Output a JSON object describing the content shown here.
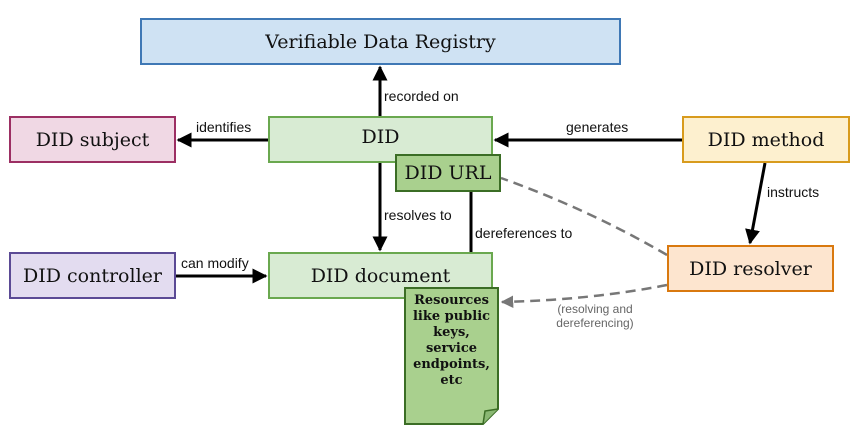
{
  "nodes": {
    "registry": "Verifiable Data Registry",
    "subject": "DID subject",
    "did": "DID",
    "did_url": "DID URL",
    "method": "DID method",
    "controller": "DID controller",
    "document": "DID document",
    "resolver": "DID resolver",
    "resources": "Resources like public keys, service endpoints, etc"
  },
  "edges": {
    "recorded_on": "recorded on",
    "identifies": "identifies",
    "generates": "generates",
    "instructs": "instructs",
    "resolves_to": "resolves to",
    "dereferences_to": "dereferences to",
    "can_modify": "can modify",
    "resolving_and_dereferencing": "(resolving and dereferencing)"
  },
  "colors": {
    "registry_fill": "#cfe2f3",
    "subject_fill": "#f0d8e4",
    "did_fill": "#d8ebd3",
    "did_url_fill": "#a9d08e",
    "method_fill": "#fdf0cf",
    "controller_fill": "#e3dcf0",
    "resolver_fill": "#fde5cf",
    "arrow": "#000000",
    "dashed_arrow": "#777777"
  }
}
